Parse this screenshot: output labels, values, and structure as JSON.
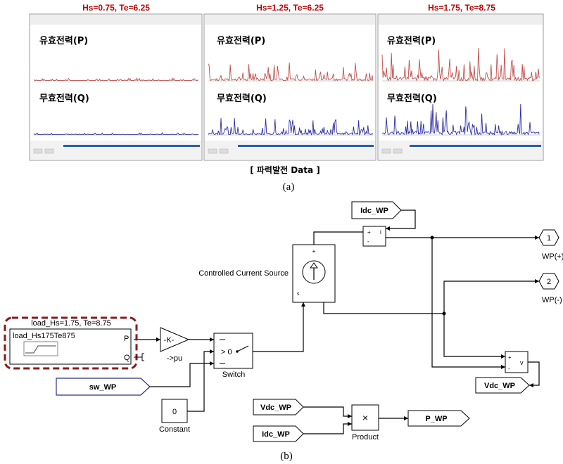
{
  "panels": [
    {
      "title": "Hs=0.75,  Te=6.25",
      "p_label": "유효전력(P)",
      "q_label": "무효전력(Q)",
      "level": 0.08
    },
    {
      "title": "Hs=1.25,  Te=6.25",
      "p_label": "유효전력(P)",
      "q_label": "무효전력(Q)",
      "level": 0.55
    },
    {
      "title": "Hs=1.75,  Te=8.75",
      "p_label": "유효전력(P)",
      "q_label": "무효전력(Q)",
      "level": 1.0
    }
  ],
  "colors": {
    "title": "#c00000",
    "p_series": "#c0504d",
    "q_series": "#2e2ea8",
    "highlight": "#8b1a1a",
    "progress": "#2a5caa"
  },
  "data_caption": "[ 파력발전  Data ]",
  "caption_a": "(a)",
  "caption_b": "(b)",
  "diagram": {
    "load_title": "load_Hs=1.75, Te=8.75",
    "load_block": "load_Hs175Te875",
    "port_p": "P",
    "port_q": "Q",
    "gain": "-K-",
    "gain_label": "->pu",
    "switch_label": "Switch",
    "switch_threshold": "> 0",
    "sw_tag": "sw_WP",
    "constant_value": "0",
    "constant_label": "Constant",
    "ccs_label": "Controlled Current Source",
    "idc_tag": "Idc_WP",
    "out1_num": "1",
    "out1_label": "WP(+)",
    "out2_num": "2",
    "out2_label": "WP(-)",
    "vdc_tag": "Vdc_WP",
    "vdc_from": "Vdc_WP",
    "idc_from": "Idc_WP",
    "product_label": "Product",
    "product_sym": "×",
    "p_out": "P_WP"
  }
}
